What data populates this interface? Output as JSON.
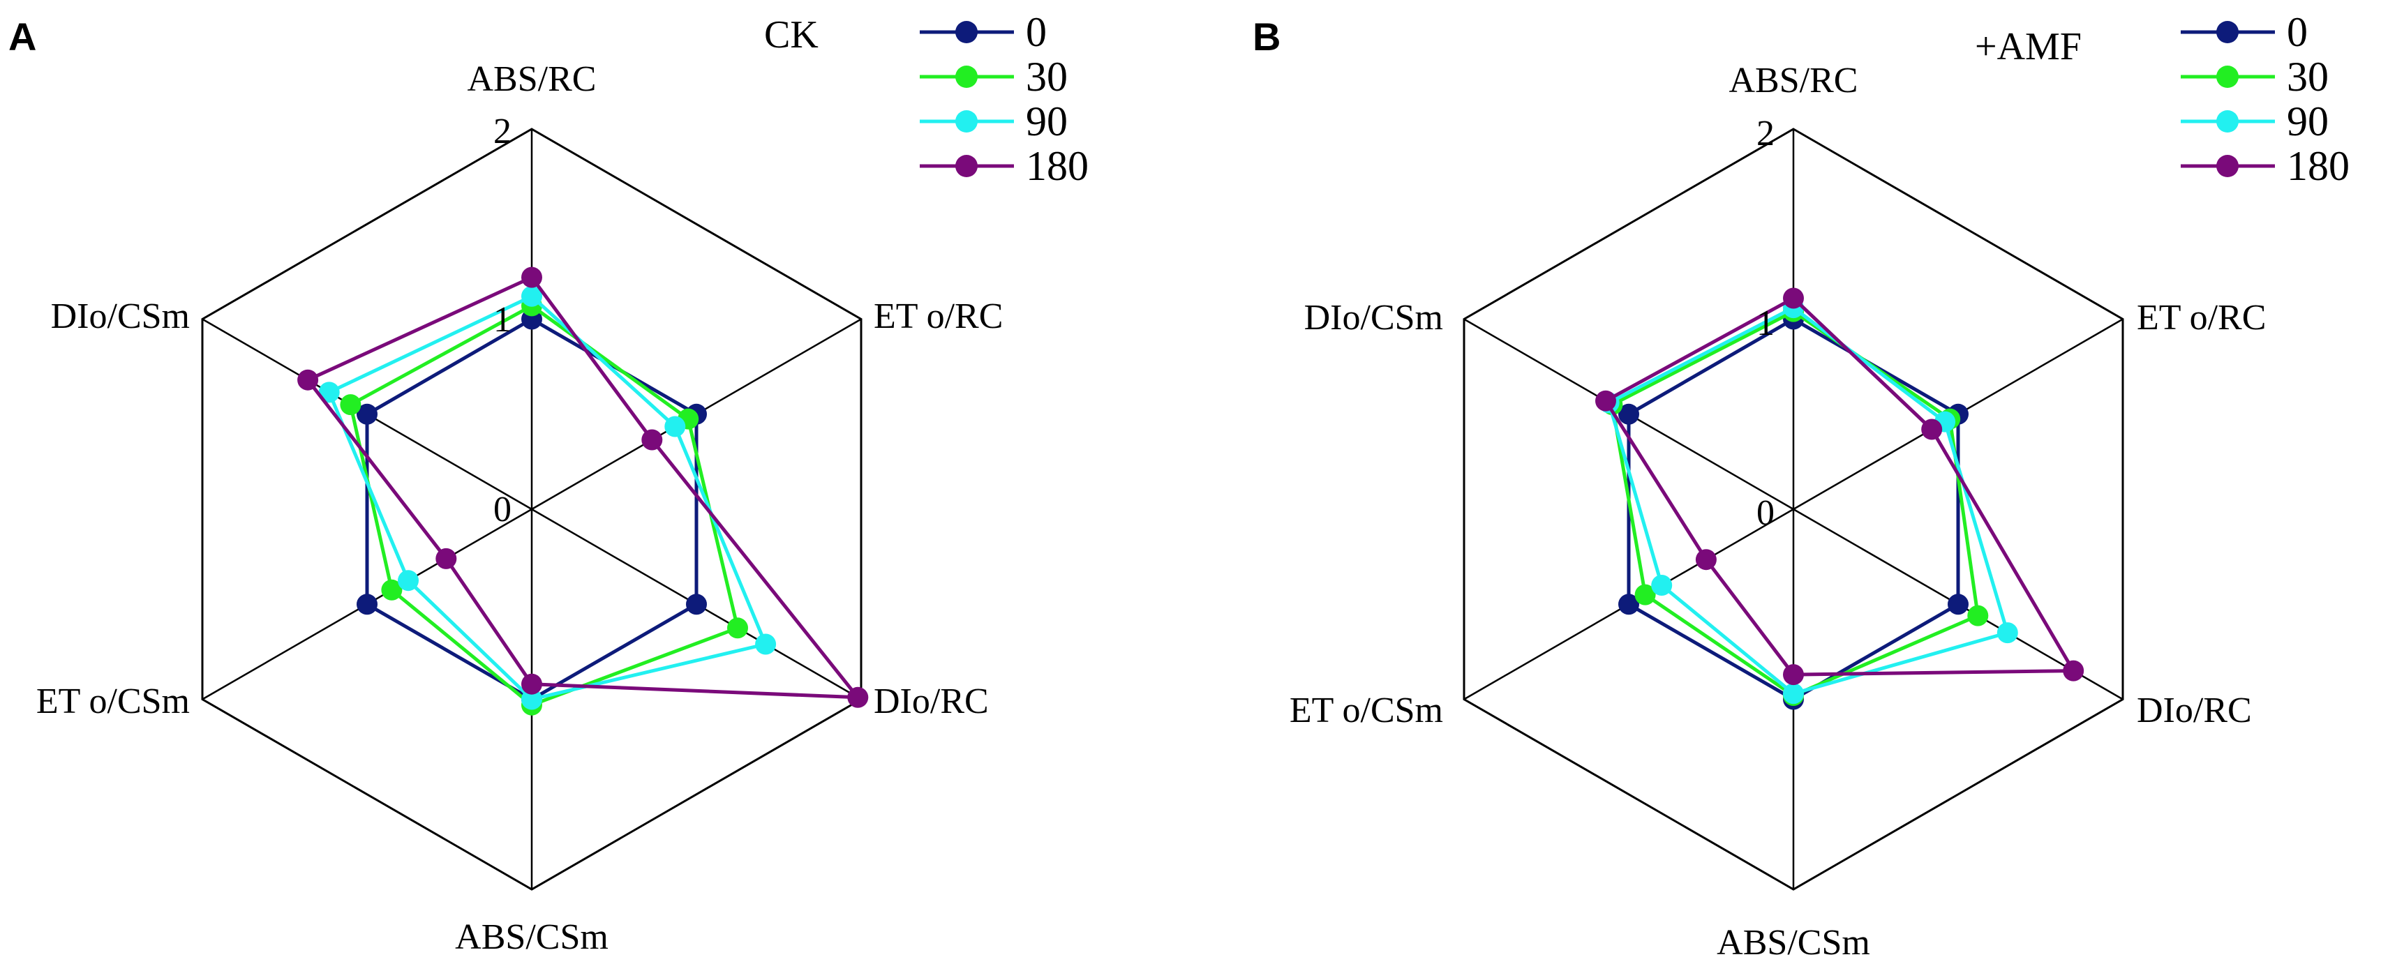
{
  "chart_data": [
    {
      "type": "radar",
      "panel_label": "A",
      "legend_title": "CK",
      "axes": [
        "ABS/RC",
        "ETo/RC",
        "DIo/RC",
        "ABS/CSm",
        "ETo/CSm",
        "DIo/CSm"
      ],
      "axis_labels_display": [
        "ABS/RC",
        "ET o/RC",
        "DIo/RC",
        "ABS/CSm",
        "ET o/CSm",
        "DIo/CSm"
      ],
      "rmax": 2,
      "tick_labels": [
        "0",
        "1",
        "2"
      ],
      "series": [
        {
          "name": "0",
          "color": "#0d1b7a",
          "values": [
            1.0,
            1.0,
            1.0,
            1.0,
            1.0,
            1.0
          ]
        },
        {
          "name": "30",
          "color": "#22ee22",
          "values": [
            1.07,
            0.95,
            1.25,
            1.03,
            0.85,
            1.1
          ]
        },
        {
          "name": "90",
          "color": "#22f0f0",
          "values": [
            1.12,
            0.87,
            1.42,
            1.0,
            0.75,
            1.23
          ]
        },
        {
          "name": "180",
          "color": "#7a0a7a",
          "values": [
            1.22,
            0.73,
            1.98,
            0.92,
            0.52,
            1.36
          ]
        }
      ]
    },
    {
      "type": "radar",
      "panel_label": "B",
      "legend_title": "+AMF",
      "axes": [
        "ABS/RC",
        "ETo/RC",
        "DIo/RC",
        "ABS/CSm",
        "ETo/CSm",
        "DIo/CSm"
      ],
      "axis_labels_display": [
        "ABS/RC",
        "ET o/RC",
        "DIo/RC",
        "ABS/CSm",
        "ET o/CSm",
        "DIo/CSm"
      ],
      "rmax": 2,
      "tick_labels": [
        "0",
        "1",
        "2"
      ],
      "series": [
        {
          "name": "0",
          "color": "#0d1b7a",
          "values": [
            1.0,
            1.0,
            1.0,
            1.0,
            1.0,
            1.0
          ]
        },
        {
          "name": "30",
          "color": "#22ee22",
          "values": [
            1.04,
            0.95,
            1.12,
            0.98,
            0.9,
            1.1
          ]
        },
        {
          "name": "90",
          "color": "#22f0f0",
          "values": [
            1.06,
            0.92,
            1.3,
            0.97,
            0.8,
            1.12
          ]
        },
        {
          "name": "180",
          "color": "#7a0a7a",
          "values": [
            1.11,
            0.84,
            1.7,
            0.87,
            0.53,
            1.14
          ]
        }
      ]
    }
  ]
}
